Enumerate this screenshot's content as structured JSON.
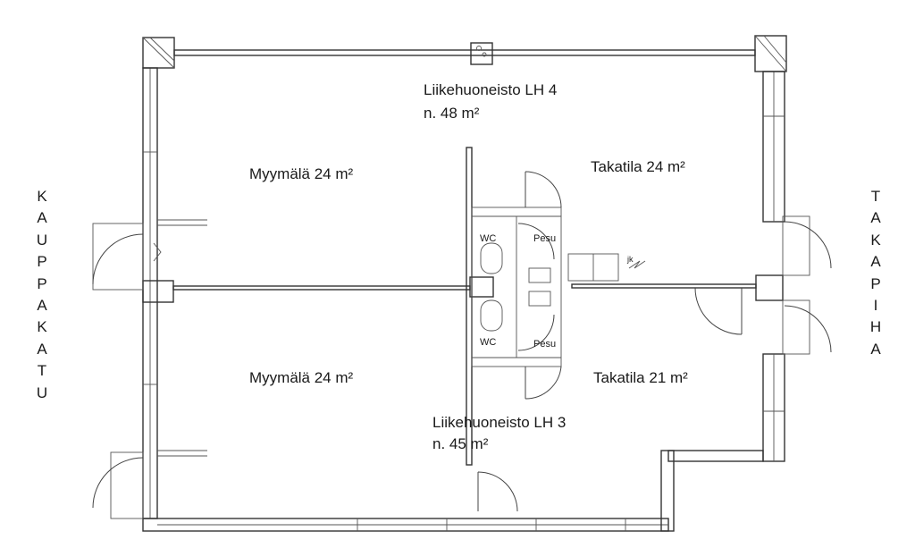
{
  "left_street": "KAUPPAKATU",
  "right_street": "TAKAPIHA",
  "units": {
    "lh4_name": "Liikehuoneisto LH 4",
    "lh4_area": "n. 48 m²",
    "lh3_name": "Liikehuoneisto  LH 3",
    "lh3_area": "n. 45 m²"
  },
  "rooms": {
    "shop_upper": "Myymälä 24 m²",
    "shop_lower": "Myymälä 24 m²",
    "back_upper": "Takatila 24 m²",
    "back_lower": "Takatila 21 m²",
    "wc_upper": "WC",
    "wc_lower": "WC",
    "wash_upper": "Pesu",
    "wash_lower": "Pesu",
    "jk": "jk"
  }
}
